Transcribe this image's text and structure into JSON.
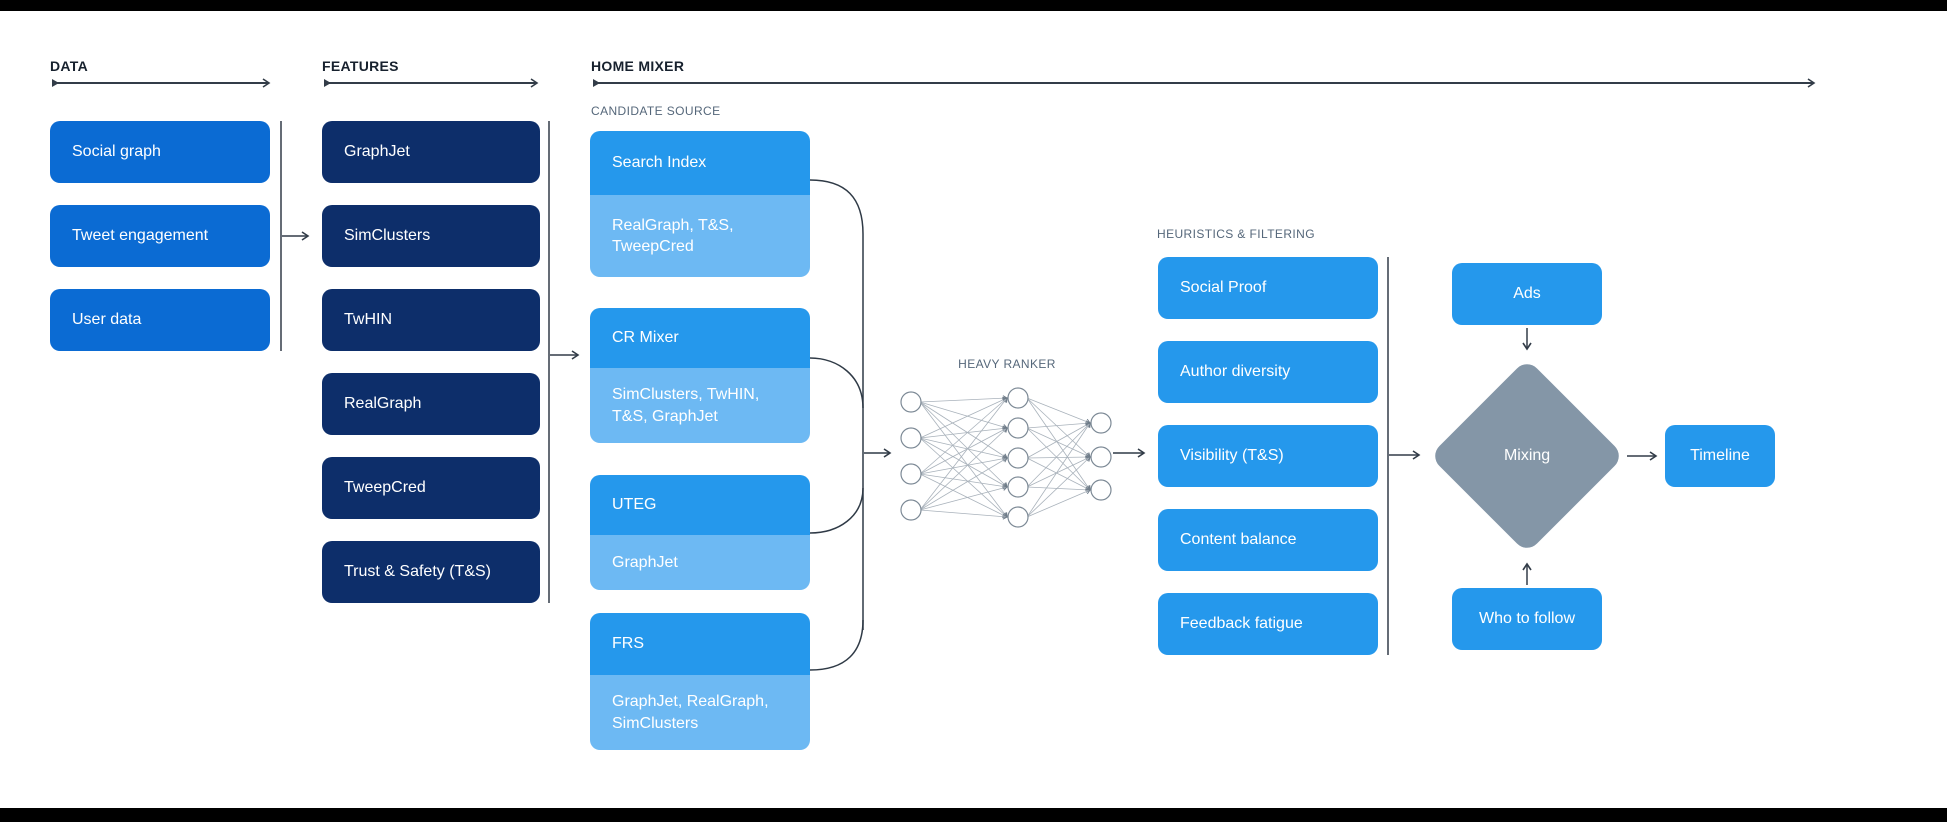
{
  "palette": {
    "bright_blue": "#2598ec",
    "light_blue": "#6db9f3",
    "medium_blue": "#0b6bd3",
    "navy_blue": "#0d2e6a",
    "slate_gray": "#8496a7",
    "line_color": "#323c48",
    "section_label_color": "#55677a",
    "header_color": "#17212e"
  },
  "data_col": {
    "title": "DATA",
    "items": [
      {
        "label": "Social graph"
      },
      {
        "label": "Tweet engagement"
      },
      {
        "label": "User data"
      }
    ]
  },
  "features_col": {
    "title": "FEATURES",
    "items": [
      {
        "label": "GraphJet"
      },
      {
        "label": "SimClusters"
      },
      {
        "label": "TwHIN"
      },
      {
        "label": "RealGraph"
      },
      {
        "label": "TweepCred"
      },
      {
        "label": "Trust & Safety (T&S)"
      }
    ]
  },
  "home_mixer": {
    "title": "HOME MIXER",
    "candidate_source": {
      "title": "CANDIDATE SOURCE",
      "groups": [
        {
          "name": "Search Index",
          "features_used": "RealGraph, T&S, TweepCred"
        },
        {
          "name": "CR Mixer",
          "features_used": "SimClusters, TwHIN, T&S, GraphJet"
        },
        {
          "name": "UTEG",
          "features_used": "GraphJet"
        },
        {
          "name": "FRS",
          "features_used": "GraphJet, RealGraph, SimClusters"
        }
      ]
    },
    "heavy_ranker": {
      "title": "HEAVY RANKER"
    },
    "heuristics": {
      "title": "HEURISTICS & FILTERING",
      "items": [
        {
          "label": "Social Proof"
        },
        {
          "label": "Author diversity"
        },
        {
          "label": "Visibility (T&S)"
        },
        {
          "label": "Content balance"
        },
        {
          "label": "Feedback fatigue"
        }
      ]
    },
    "mixing_stage": {
      "ads_label": "Ads",
      "mixing_label": "Mixing",
      "who_to_follow_label": "Who to follow",
      "timeline_label": "Timeline"
    }
  }
}
